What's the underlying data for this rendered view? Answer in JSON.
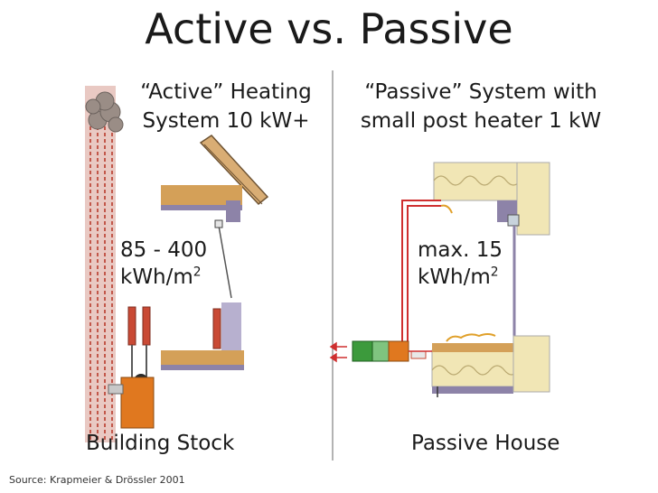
{
  "title": "Active vs. Passive",
  "active": {
    "heading_line1": "“Active” Heating",
    "heading_line2": "System 10 kW+",
    "demand_line1": "85 - 400",
    "demand_line2_base": "kWh/m",
    "demand_line2_sup": "2",
    "footer": "Building Stock"
  },
  "passive": {
    "heading_line1": "“Passive” System with",
    "heading_line2": "small post heater 1 kW",
    "demand_line1": "max. 15",
    "demand_line2_base": "kWh/m",
    "demand_line2_sup": "2",
    "footer": "Passive House"
  },
  "source": "Source: Krapmeier & Drössler 2001"
}
